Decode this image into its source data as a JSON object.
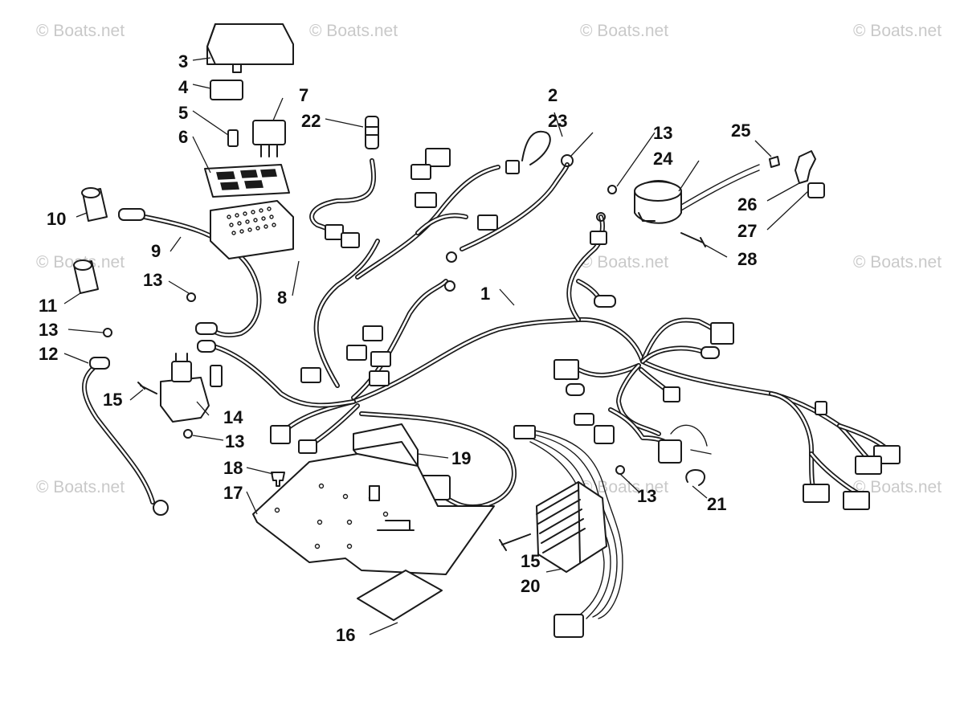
{
  "diagram": {
    "watermark_text": "© Boats.net",
    "callouts": {
      "c1": "1",
      "c2": "2",
      "c3": "3",
      "c4": "4",
      "c5": "5",
      "c6": "6",
      "c7": "7",
      "c8": "8",
      "c9": "9",
      "c10": "10",
      "c11": "11",
      "c12": "12",
      "c13a": "13",
      "c13b": "13",
      "c13c": "13",
      "c13d": "13",
      "c13e": "13",
      "c14": "14",
      "c15a": "15",
      "c15b": "15",
      "c16": "16",
      "c17": "17",
      "c18": "18",
      "c19": "19",
      "c20": "20",
      "c21": "21",
      "c22": "22",
      "c23": "23",
      "c24": "24",
      "c25": "25",
      "c26": "26",
      "c27": "27",
      "c28": "28"
    }
  }
}
